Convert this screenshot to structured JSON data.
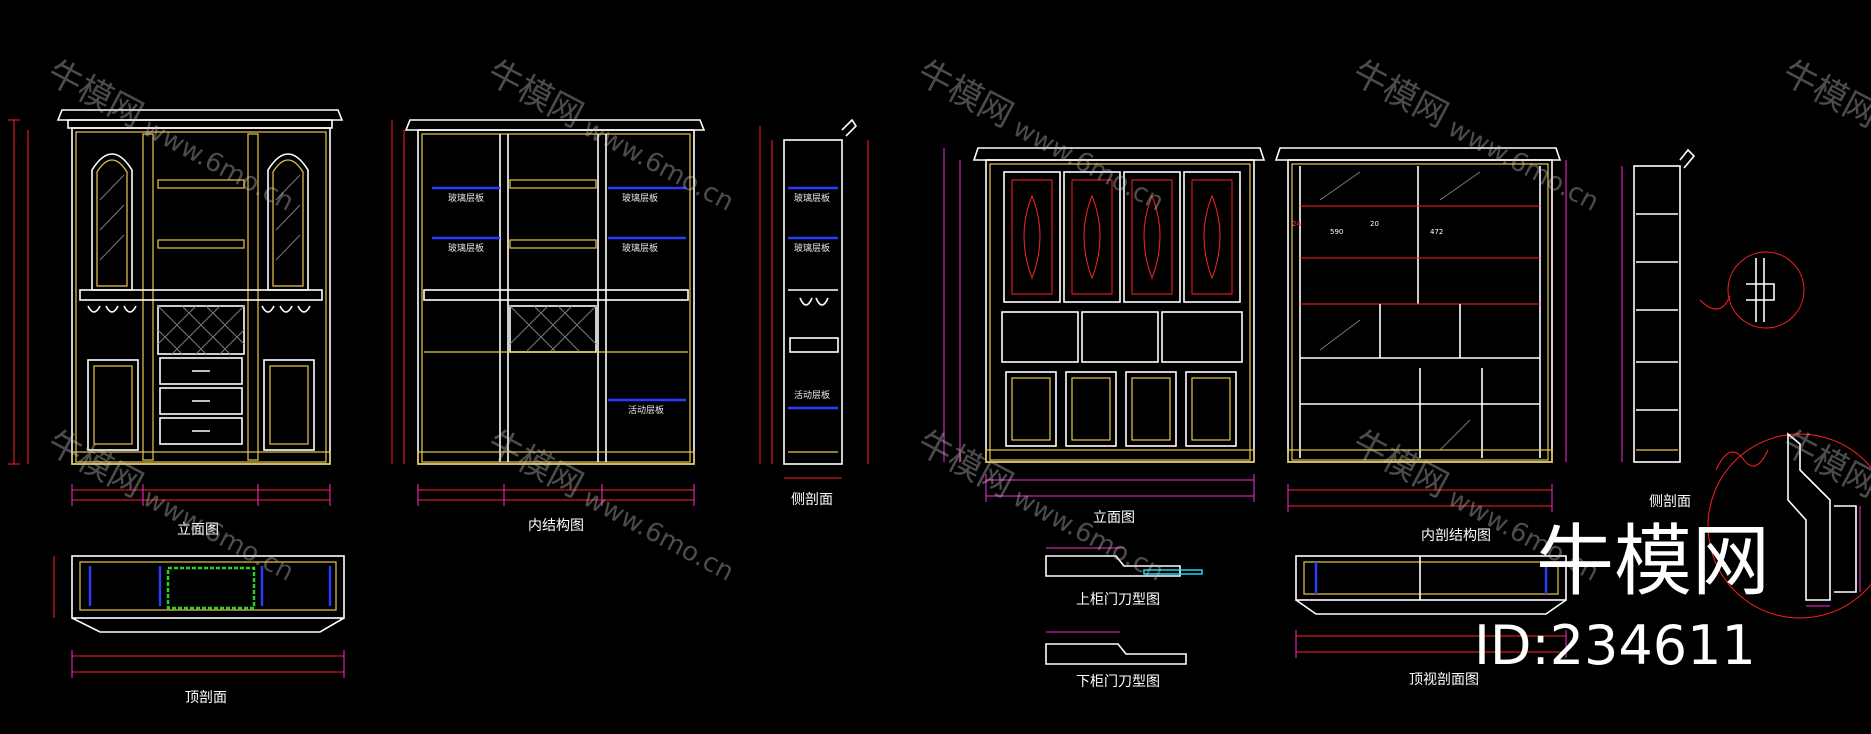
{
  "drawings": {
    "left_elevation_label": "立面图",
    "left_interior_label": "内结构图",
    "left_side_label": "侧剖面",
    "left_top_section_label": "顶剖面",
    "right_elevation_label": "立面图",
    "right_interior_label": "内剖结构图",
    "right_side_label": "侧剖面",
    "right_top_section_label": "顶视剖面图",
    "upper_door_profile_label": "上柜门刀型图",
    "lower_door_profile_label": "下柜门刀型图"
  },
  "shelf_notes": {
    "glass_shelf_1": "玻璃层板",
    "glass_shelf_2": "玻璃层板",
    "glass_shelf_3": "玻璃层板",
    "glass_shelf_4": "玻璃层板",
    "movable_shelf_1": "活动层板",
    "movable_shelf_2": "活动层板"
  },
  "interior_dims": {
    "d24": "24",
    "d20": "20",
    "d590": "590",
    "d472": "472"
  },
  "watermark": {
    "brand_cn": "牛模网",
    "url": "www.6mo.cn"
  },
  "branding": {
    "logo_text": "牛模网",
    "id_text": "ID:234611"
  },
  "colors": {
    "background": "#000000",
    "outline": "#ffffff",
    "trim": "#e8c94a",
    "dimension": "#ff2020",
    "dimension_alt": "#ff2bd6",
    "glass_shelf": "#2a3cff",
    "highlight": "#25e3ff"
  }
}
